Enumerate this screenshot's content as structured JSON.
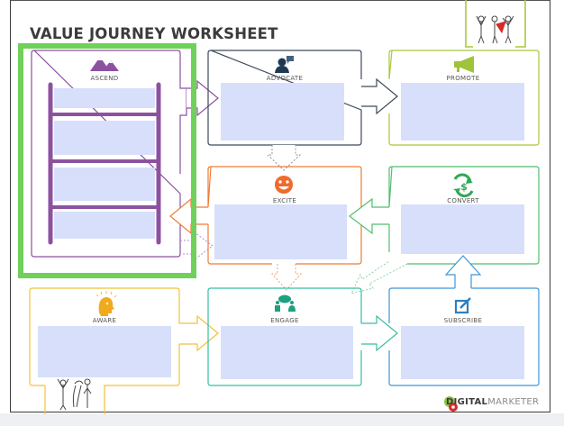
{
  "worksheet": {
    "title": "VALUE JOURNEY WORKSHEET",
    "logo": {
      "bold": "DIGITAL",
      "light": "MARKETER",
      "icon": "gear-logo-icon"
    },
    "colors": {
      "highlight": "#6fd05a",
      "input_fill": "#d7dffa",
      "ascend": "#8c52a0",
      "advocate": "#3d4a5c",
      "promote": "#a8c83a",
      "excite": "#ef7c35",
      "convert": "#52bf6e",
      "aware": "#f2c039",
      "engage": "#36bfa0",
      "subscribe": "#3f96d6"
    },
    "stages": [
      {
        "id": "ascend",
        "label": "ASCEND",
        "icon": "mountains-icon"
      },
      {
        "id": "advocate",
        "label": "ADVOCATE",
        "icon": "person-speech-icon"
      },
      {
        "id": "promote",
        "label": "PROMOTE",
        "icon": "megaphone-icon"
      },
      {
        "id": "excite",
        "label": "EXCITE",
        "icon": "smiley-icon"
      },
      {
        "id": "convert",
        "label": "CONVERT",
        "icon": "dollar-cycle-icon"
      },
      {
        "id": "aware",
        "label": "AWARE",
        "icon": "lightbulb-head-icon"
      },
      {
        "id": "engage",
        "label": "ENGAGE",
        "icon": "people-chat-icon"
      },
      {
        "id": "subscribe",
        "label": "SUBSCRIBE",
        "icon": "edit-icon"
      }
    ]
  }
}
